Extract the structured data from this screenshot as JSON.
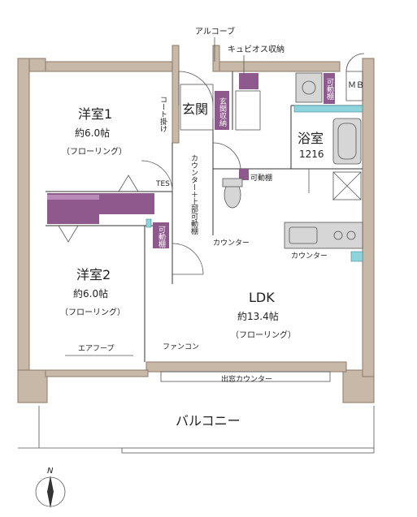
{
  "labels": {
    "alcove": "アルコーブ",
    "cubic_storage": "キュビオス収納",
    "mb": "ＭＢ",
    "western1_title": "洋室1",
    "western1_size": "約6.0帖",
    "western1_floor": "（フローリング）",
    "coat_hook": "コート掛け",
    "entrance": "玄関",
    "entrance_storage": "玄関収納",
    "movable_shelf_top": "可動棚",
    "bath_title": "浴室",
    "bath_size": "1216",
    "tes": "TES",
    "counter_upper": "カウンター＋上部可動棚",
    "movable_shelf_1": "可動棚",
    "movable_shelf_2": "可動棚",
    "movable_shelf_3": "可動棚",
    "counter_1": "カウンター",
    "counter_2": "カウンター",
    "western2_title": "洋室2",
    "western2_size": "約6.0帖",
    "western2_floor": "（フローリング）",
    "ldk_title": "LDK",
    "ldk_size": "約13.4帖",
    "ldk_floor": "（フローリング）",
    "air_hook": "エアフープ",
    "fancoil": "ファンコン",
    "bay_counter": "出窓カウンター",
    "balcony": "バルコニー",
    "north": "N"
  },
  "colors": {
    "wall": "#c7b8a8",
    "storage": "#8e5a8e",
    "counter": "#8fd3dc"
  }
}
